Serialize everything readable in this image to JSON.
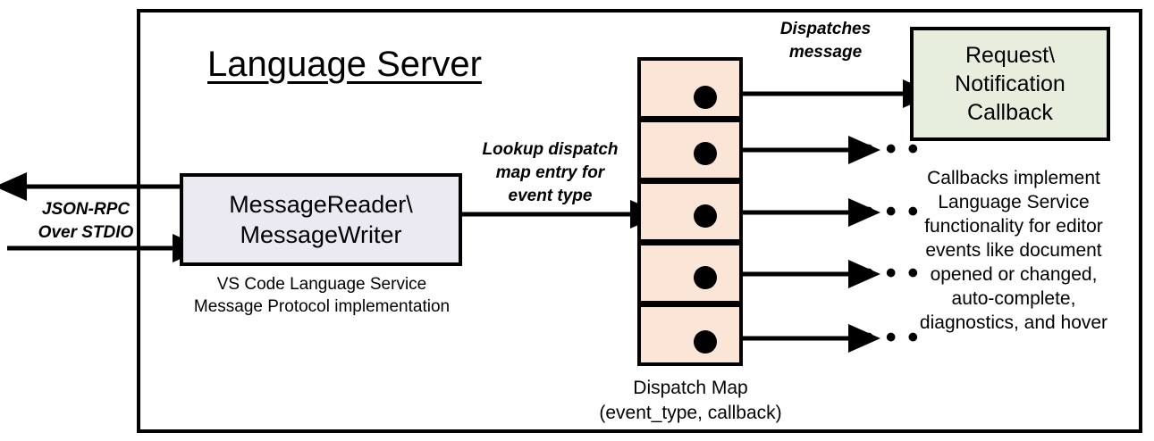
{
  "diagram": {
    "title": "Language Server",
    "frame_name": "language-server-boundary"
  },
  "io": {
    "label": "JSON-RPC\nOver STDIO",
    "label_line1": "JSON-RPC",
    "label_line2": "Over STDIO",
    "outbound_arrow": "arrow-left-outbound",
    "inbound_arrow": "arrow-right-inbound"
  },
  "reader": {
    "title_line1": "MessageReader\\",
    "title_line2": "MessageWriter",
    "caption_line1": "VS Code Language Service",
    "caption_line2": "Message Protocol implementation",
    "fill": "#EBE9F2"
  },
  "lookup": {
    "line1": "Lookup dispatch",
    "line2": "map entry for",
    "line3": "event type"
  },
  "dispatch_map": {
    "caption_line1": "Dispatch Map",
    "caption_line2": "(event_type, callback)",
    "fill": "#FAE5D6",
    "rows": [
      {
        "name": "dispatch-map-row-1"
      },
      {
        "name": "dispatch-map-row-2"
      },
      {
        "name": "dispatch-map-row-3"
      },
      {
        "name": "dispatch-map-row-4"
      },
      {
        "name": "dispatch-map-row-5"
      }
    ]
  },
  "dispatches": {
    "line1": "Dispatches",
    "line2": "message"
  },
  "callback": {
    "title_line1": "Request\\",
    "title_line2": "Notification",
    "title_line3": "Callback",
    "fill": "#E7EEDD",
    "caption_line1": "Callbacks implement",
    "caption_line2": "Language Service",
    "caption_line3": "functionality for editor",
    "caption_line4": "events like document",
    "caption_line5": "opened or changed,",
    "caption_line6": "auto-complete,",
    "caption_line7": "diagnostics, and hover"
  },
  "ellipses": {
    "glyph": "• • •",
    "count": 4
  },
  "colors": {
    "stroke": "#000000",
    "background": "#FFFFFF",
    "reader_fill": "#EBE9F2",
    "map_fill": "#FAE5D6",
    "callback_fill": "#E7EEDD"
  }
}
